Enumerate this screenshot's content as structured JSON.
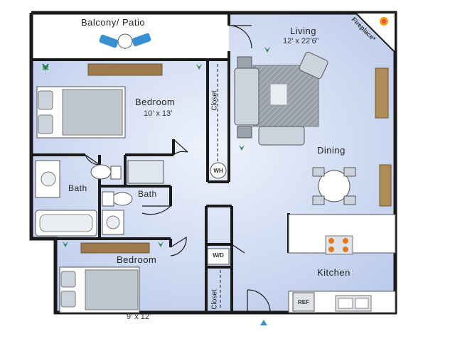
{
  "rooms": {
    "balcony": {
      "label": "Balcony/ Patio"
    },
    "living": {
      "label": "Living",
      "dims": "12’ x 22’6”"
    },
    "fireplace": {
      "label": "Fireplace*"
    },
    "bedroom1": {
      "label": "Bedroom",
      "dims": "10’ x 13’"
    },
    "closet1": {
      "label": "Closet"
    },
    "wh": {
      "label": "WH"
    },
    "dining": {
      "label": "Dining"
    },
    "bath1": {
      "label": "Bath"
    },
    "bath2": {
      "label": "Bath"
    },
    "bedroom2": {
      "label": "Bedroom",
      "dims": "9’ x 12’"
    },
    "closet2": {
      "label": "Closet"
    },
    "wd": {
      "label": "W/D"
    },
    "kitchen": {
      "label": "Kitchen"
    },
    "ref": {
      "label": "REF"
    }
  },
  "colors": {
    "wall": "#1a1a1a",
    "floor": "#c9d6f0",
    "floor_light": "#e4ecf9",
    "furniture_wood": "#9c7a4e",
    "furniture_gray": "#9aa3ad",
    "plant": "#2e7d4f",
    "stove": "#e07a1f"
  }
}
